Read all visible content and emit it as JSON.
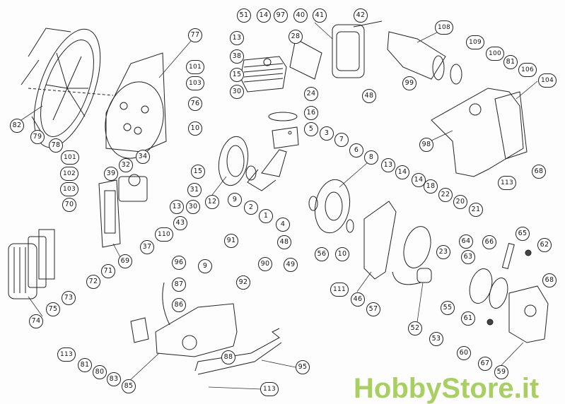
{
  "diagram": {
    "type": "exploded parts diagram",
    "watermark": "HobbyStore.it",
    "watermark_color": "#a9cf63",
    "part_labels": [
      "51",
      "14",
      "97",
      "40",
      "41",
      "42",
      "108",
      "13",
      "28",
      "109",
      "100",
      "81",
      "106",
      "104",
      "77",
      "38",
      "101",
      "103",
      "15",
      "30",
      "24",
      "48",
      "99",
      "76",
      "16",
      "82",
      "10",
      "5",
      "3",
      "7",
      "79",
      "78",
      "6",
      "98",
      "101",
      "34",
      "8",
      "32",
      "13",
      "102",
      "39",
      "15",
      "68",
      "14",
      "14",
      "113",
      "18",
      "103",
      "31",
      "22",
      "12",
      "9",
      "70",
      "13",
      "30",
      "2",
      "20",
      "21",
      "1",
      "4",
      "43",
      "110",
      "91",
      "37",
      "48",
      "64",
      "66",
      "65",
      "62",
      "23",
      "56",
      "10",
      "63",
      "69",
      "96",
      "90",
      "49",
      "9",
      "71",
      "72",
      "92",
      "87",
      "68",
      "111",
      "46",
      "73",
      "86",
      "57",
      "55",
      "75",
      "61",
      "74",
      "52",
      "53",
      "60",
      "113",
      "88",
      "81",
      "67",
      "95",
      "80",
      "59",
      "83",
      "85",
      "113"
    ]
  }
}
